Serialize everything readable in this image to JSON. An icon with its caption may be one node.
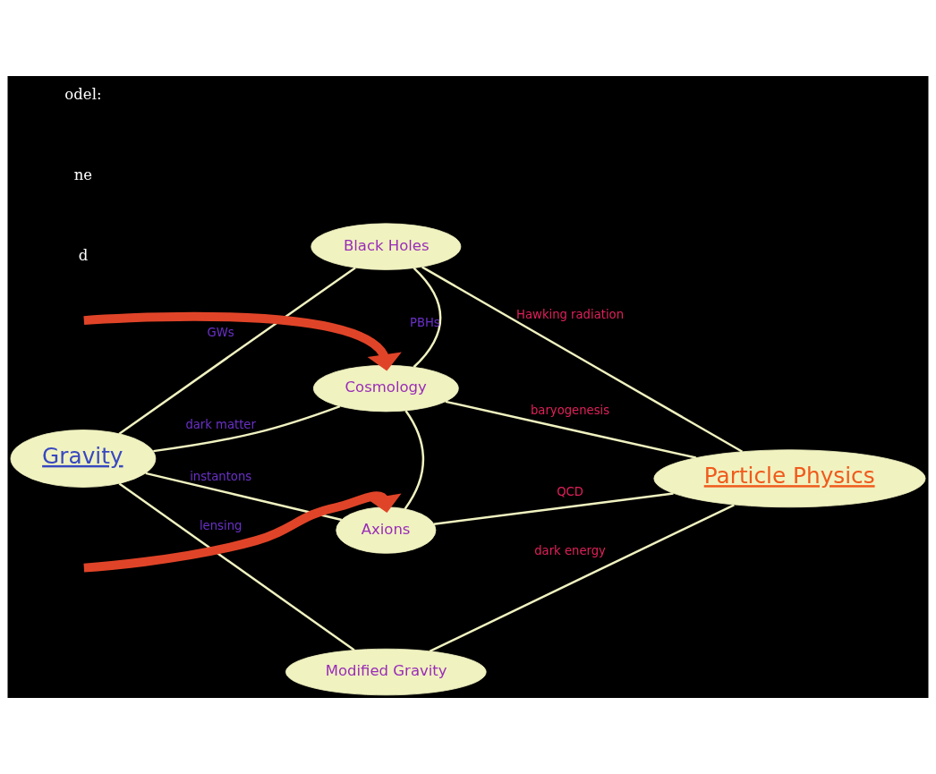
{
  "diagram": {
    "nodes": [
      {
        "text": [
          "Gravity"
        ]
      },
      {
        "text": [
          "Particle Physics"
        ]
      },
      {
        "text": [
          "Black Holes"
        ]
      },
      {
        "text": [
          "Cosmology"
        ]
      },
      {
        "text": [
          "Axions"
        ]
      },
      {
        "text": [
          "Modified Gravity"
        ]
      }
    ],
    "edges": [
      {
        "from": 0,
        "to": 2,
        "arrow": "none",
        "label": "GWs"
      },
      {
        "from": 2,
        "to": 1,
        "arrow": "none",
        "label": "Hawking radiation"
      },
      {
        "from": 2,
        "to": 3,
        "arrow": "none",
        "label": "PBHs"
      },
      {
        "from": 0,
        "to": 3,
        "arrow": "none",
        "label": "dark matter"
      },
      {
        "from": 3,
        "to": 1,
        "arrow": "none",
        "label": "baryogenesis"
      },
      {
        "from": 3,
        "to": 4,
        "arrow": "none"
      },
      {
        "from": 0,
        "to": 4,
        "arrow": "none",
        "label": "instantons"
      },
      {
        "from": 4,
        "to": 1,
        "arrow": "none",
        "label": "QCD"
      },
      {
        "from": 0,
        "to": 5,
        "arrow": "none",
        "label": "lensing"
      },
      {
        "from": 5,
        "to": 1,
        "arrow": "none",
        "label": "dark energy"
      },
      {
        "from": null,
        "to": 3,
        "arrow": "to",
        "style": "thick",
        "color": "#e04428"
      },
      {
        "from": null,
        "to": 4,
        "arrow": "to",
        "style": "thick",
        "color": "#e04428"
      }
    ],
    "labels": [
      "d",
      "ne",
      "odel:"
    ]
  }
}
